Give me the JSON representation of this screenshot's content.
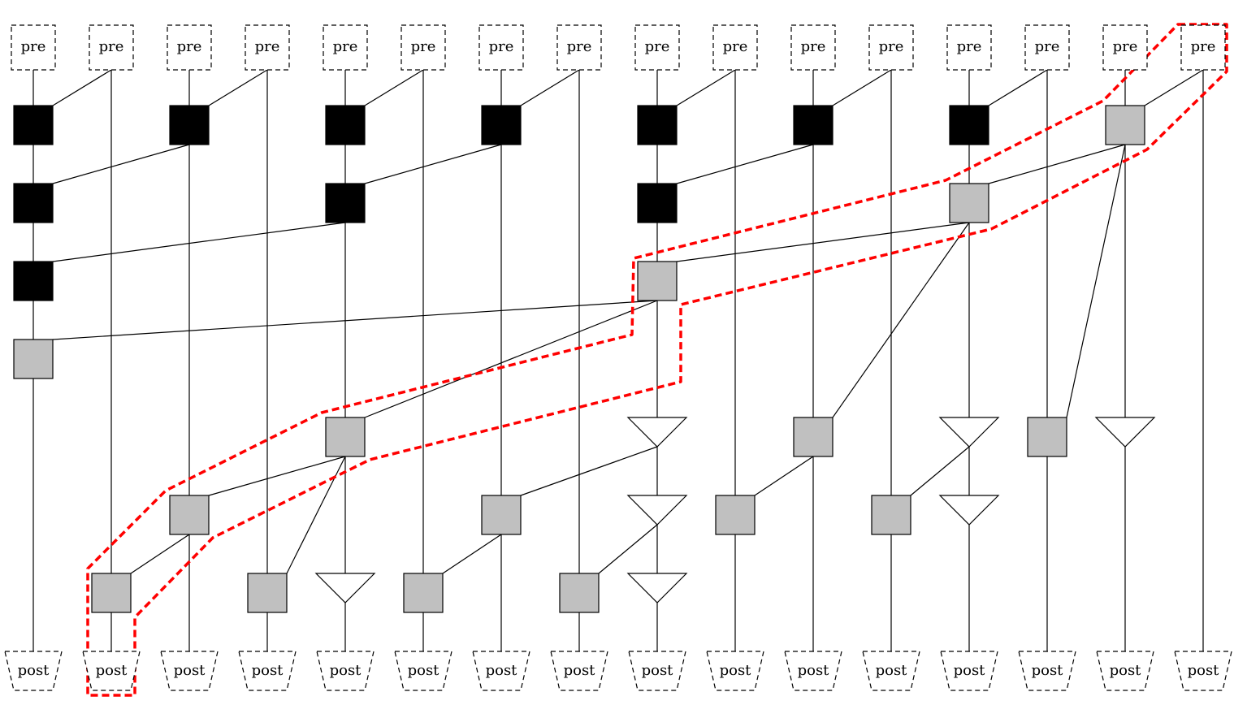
{
  "diagram": {
    "top_label": "pre",
    "bottom_label": "post",
    "columns": 16,
    "colors": {
      "black_node": "#000000",
      "gray_node": "#c0c0c0",
      "highlight": "#ff0000",
      "wire": "#000000"
    },
    "up_black": [
      {
        "c": 0,
        "r": 0,
        "s": 1
      },
      {
        "c": 2,
        "r": 0,
        "s": 3
      },
      {
        "c": 4,
        "r": 0,
        "s": 5
      },
      {
        "c": 6,
        "r": 0,
        "s": 7
      },
      {
        "c": 8,
        "r": 0,
        "s": 9
      },
      {
        "c": 10,
        "r": 0,
        "s": 11
      },
      {
        "c": 12,
        "r": 0,
        "s": 13
      },
      {
        "c": 0,
        "r": 1,
        "s": 2
      },
      {
        "c": 4,
        "r": 1,
        "s": 6
      },
      {
        "c": 8,
        "r": 1,
        "s": 10
      },
      {
        "c": 0,
        "r": 2,
        "s": 4
      }
    ],
    "up_gray": [
      {
        "c": 14,
        "r": 0,
        "s": 15
      },
      {
        "c": 12,
        "r": 1,
        "s": 14
      },
      {
        "c": 8,
        "r": 2,
        "s": 12
      },
      {
        "c": 0,
        "r": 3,
        "s": 8
      }
    ],
    "down_gray": [
      {
        "c": 4,
        "r": 4,
        "s": 8
      },
      {
        "c": 10,
        "r": 4,
        "s": 12
      },
      {
        "c": 13,
        "r": 4,
        "s": 14
      },
      {
        "c": 2,
        "r": 5,
        "s": 4
      },
      {
        "c": 6,
        "r": 5,
        "s": 8
      },
      {
        "c": 9,
        "r": 5,
        "s": 10
      },
      {
        "c": 11,
        "r": 5,
        "s": 12
      },
      {
        "c": 1,
        "r": 6,
        "s": 2
      },
      {
        "c": 3,
        "r": 6,
        "s": 4
      },
      {
        "c": 5,
        "r": 6,
        "s": 6
      },
      {
        "c": 7,
        "r": 6,
        "s": 8
      }
    ],
    "triangles": [
      {
        "c": 8,
        "r": 4
      },
      {
        "c": 12,
        "r": 4
      },
      {
        "c": 14,
        "r": 4
      },
      {
        "c": 8,
        "r": 5
      },
      {
        "c": 12,
        "r": 5
      },
      {
        "c": 4,
        "r": 6
      },
      {
        "c": 8,
        "r": 6
      }
    ],
    "highlight_wire": 1
  }
}
